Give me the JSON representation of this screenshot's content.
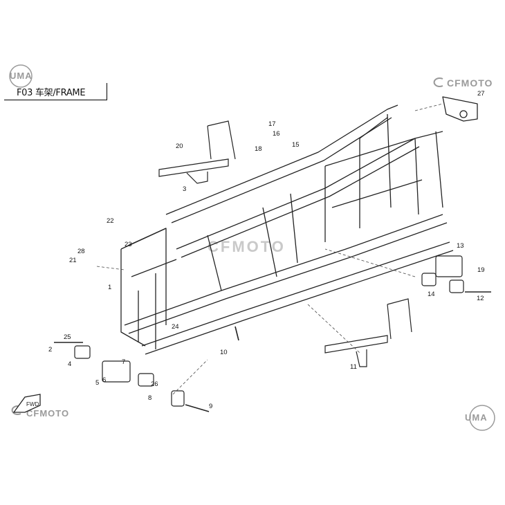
{
  "title": "F03 车架/FRAME",
  "brand_top_left": "UMA",
  "brand_top_right": "CFMOTO",
  "brand_bottom_left": "CFMOTO",
  "brand_bottom_right": "UMA",
  "watermark": "CFMOTO",
  "fwd_label": "FWD",
  "callouts": [
    "1",
    "2",
    "3",
    "4",
    "5",
    "6",
    "7",
    "8",
    "9",
    "10",
    "11",
    "12",
    "13",
    "14",
    "15",
    "16",
    "17",
    "18",
    "19",
    "20",
    "21",
    "22",
    "23",
    "24",
    "25",
    "26",
    "27",
    "28"
  ],
  "colors": {
    "line": "#222222",
    "watermark": "#c9c9c9",
    "logo": "#9a9a9a"
  }
}
